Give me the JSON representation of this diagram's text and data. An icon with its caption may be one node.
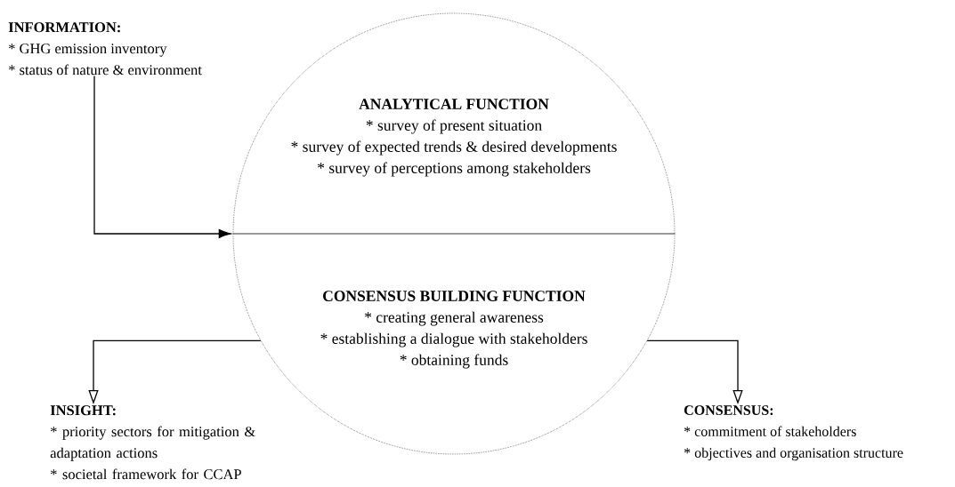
{
  "diagram": {
    "nodes": [
      {
        "text": [
          "INFORMATION:",
          "* GHG emission inventory",
          "* status of nature & environment"
        ]
      },
      {
        "text": [],
        "shape": "circle"
      },
      {
        "text": [
          "ANALYTICAL FUNCTION",
          "* survey of present situation",
          "* survey of expected trends & desired developments",
          "* survey of perceptions among stakeholders"
        ],
        "in": 1
      },
      {
        "text": [
          "CONSENSUS BUILDING FUNCTION",
          "* creating general awareness",
          "* establishing a dialogue with stakeholders",
          "* obtaining funds"
        ],
        "in": 1
      },
      {
        "text": [
          "INSIGHT:",
          "* priority sectors for mitigation & adaptation actions",
          "* societal framework for CCAP"
        ]
      },
      {
        "text": [
          "CONSENSUS:",
          "* commitment of stakeholders",
          "* objectives and organisation structure"
        ]
      }
    ],
    "edges": [
      {
        "from": 0,
        "to": 1,
        "arrow": "to"
      },
      {
        "from": 1,
        "to": 4,
        "arrow": "to"
      },
      {
        "from": 1,
        "to": 5,
        "arrow": "to"
      }
    ]
  }
}
